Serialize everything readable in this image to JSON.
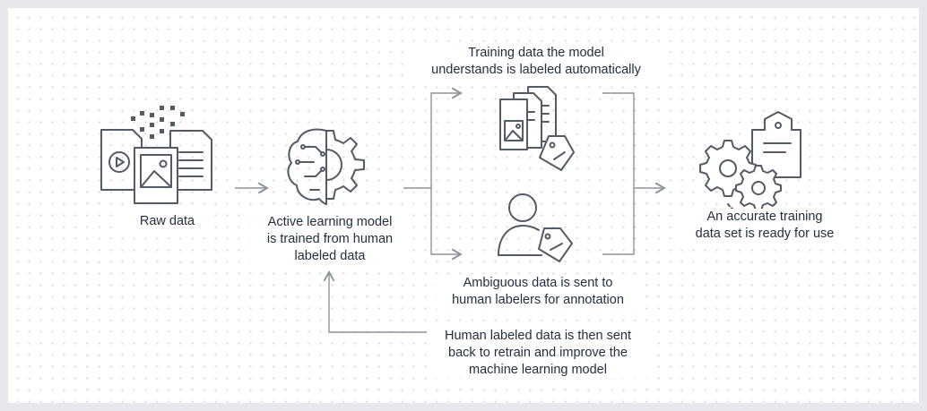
{
  "diagram": {
    "raw_data": {
      "label": "Raw data"
    },
    "active_model": {
      "lines": [
        "Active learning model",
        "is trained from human",
        "labeled data"
      ]
    },
    "auto_labeled": {
      "lines": [
        "Training data the model",
        "understands is labeled automatically"
      ]
    },
    "ambiguous": {
      "lines": [
        "Ambiguous data is sent to",
        "human labelers for annotation"
      ]
    },
    "retrain": {
      "lines": [
        "Human labeled data is then sent",
        "back to retrain and improve the",
        "machine learning model"
      ]
    },
    "result": {
      "lines": [
        "An accurate training",
        "data set is ready for use"
      ]
    }
  },
  "icons": {
    "raw_data": "document-media-stack-icon",
    "active_model": "brain-gear-icon",
    "auto_labeled": "document-tag-icon",
    "ambiguous": "user-tag-icon",
    "result": "gears-tag-icon"
  },
  "colors": {
    "background": "#e6e8eb",
    "panel": "#ffffff",
    "icon_stroke": "#545b64",
    "connector": "#8d949c",
    "text": "#232f3e"
  }
}
